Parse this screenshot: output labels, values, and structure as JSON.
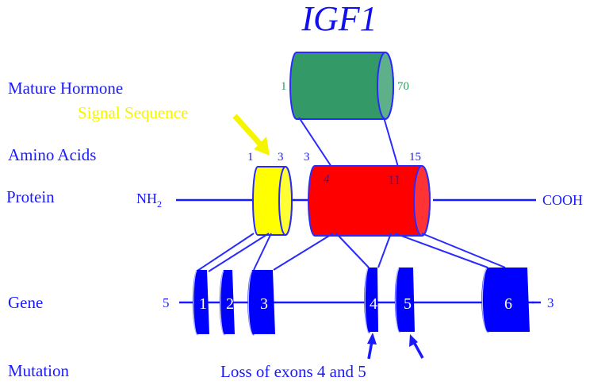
{
  "title": "IGF1",
  "row_labels": {
    "mature_hormone": "Mature Hormone",
    "signal_sequence": "Signal Sequence",
    "amino_acids": "Amino Acids",
    "protein": "Protein",
    "gene": "Gene",
    "mutation": "Mutation"
  },
  "mature_hormone": {
    "start": "1",
    "end": "70",
    "color": "#339966"
  },
  "protein": {
    "n_terminus": "NH",
    "n_terminus_sub": "2",
    "c_terminus": "COOH",
    "signal_segment": {
      "start": "1",
      "end": "3",
      "color": "#ffff00"
    },
    "main_segment": {
      "start": "3",
      "end": "15",
      "inner_start": "4",
      "inner_end": "11",
      "color": "#ff0000"
    }
  },
  "gene": {
    "five_prime": "5",
    "three_prime": "3",
    "exons": [
      "1",
      "2",
      "3",
      "4",
      "5",
      "6"
    ],
    "color": "#0000ff"
  },
  "mutation": {
    "text": "Loss of exons 4 and 5"
  },
  "colors": {
    "text": "#1a1aff",
    "signal": "#f5f500",
    "mature": "#339966",
    "protein": "#ff0000",
    "exon": "#0000ff"
  }
}
